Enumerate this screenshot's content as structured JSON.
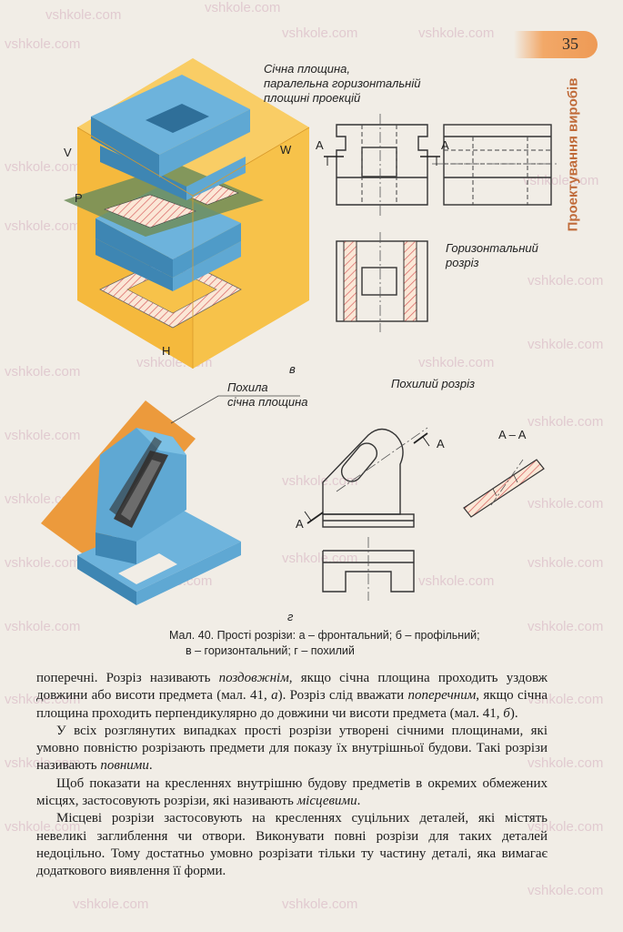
{
  "page": {
    "number": "35",
    "section_tab": "Проектування виробів",
    "watermark": "vshkole.com"
  },
  "figure": {
    "label_v": "V",
    "label_w": "W",
    "label_p": "P",
    "label_h": "H",
    "label_variant_v": "в",
    "label_variant_g": "г",
    "cut_plane_label": [
      "Січна площина,",
      "паралельна горизонтальній",
      "площині проекцій"
    ],
    "section_marker": "A",
    "horizontal_section_label": [
      "Горизонтальний",
      "розріз"
    ],
    "inclined_plane_label": [
      "Похила",
      "січна площина"
    ],
    "inclined_section_label": "Похилий розріз",
    "section_aa": "A – A",
    "caption_line1": "Мал. 40. Прості розрізи: а – фронтальний; б – профільний;",
    "caption_line2": "в – горизонтальний; г – похилий"
  },
  "text": {
    "p1_a": "поперечні. Розріз називають ",
    "p1_em1": "поздовжнім",
    "p1_b": ", якщо січна площина проходить уздовж довжини або висоти предмета (мал. 41, ",
    "p1_em2": "а",
    "p1_c": "). Розріз слід вважати ",
    "p1_em3": "поперечним",
    "p1_d": ", якщо січна площина проходить перпендикулярно до довжини чи висоти предмета (мал. 41, ",
    "p1_em4": "б",
    "p1_e": ").",
    "p2_a": "У всіх розглянутих випадках прості розрізи утворені січними площинами, які умовно повністю розрізають предмети для показу їх внутрішньої будови. Такі розрізи називають ",
    "p2_em": "повними",
    "p2_b": ".",
    "p3_a": "Щоб показати на кресленнях внутрішню будову предметів в окремих обмежених місцях, застосовують розрізи, які називають ",
    "p3_em": "місцевими",
    "p3_b": ".",
    "p4": "Місцеві розрізи застосовують на кресленнях суцільних деталей, які містять невеликі заглиблення чи отвори. Виконувати повні розрізи для таких деталей недоцільно. Тому достатньо умовно розрізати тільки ту частину деталі, яка вимагає додаткового виявлення її форми."
  },
  "colors": {
    "blue": "#5fa8d3",
    "blue_dark": "#3e86b3",
    "orange": "#f5b537",
    "accent": "#c06b3a"
  }
}
